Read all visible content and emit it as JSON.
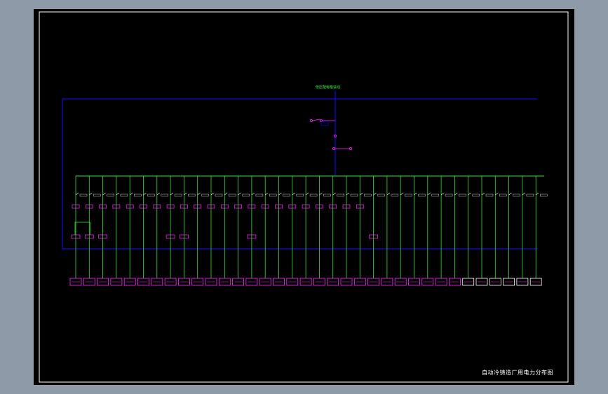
{
  "drawing": {
    "title": "自动冷铸造厂用电力分布图",
    "source_label": "低压配电柜进线",
    "incoming_label": "",
    "bus_label": "",
    "colors": {
      "background": "#000000",
      "frame": "#ffffff",
      "blue": "#1010ff",
      "green": "#35e035",
      "magenta": "#ff2bff",
      "white": "#ffffff",
      "lime": "#39ff39"
    },
    "feeder_count": 35,
    "boxed_feeder_count": 6
  }
}
